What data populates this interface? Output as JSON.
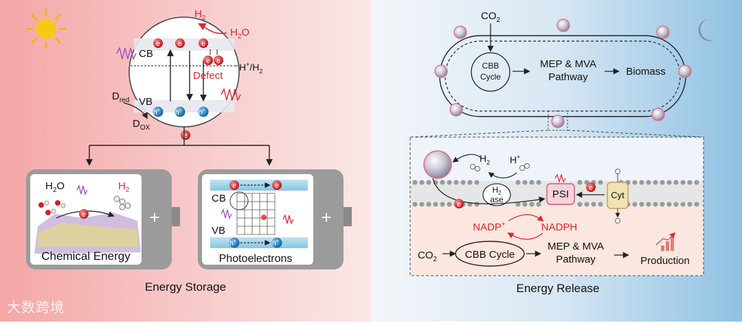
{
  "left": {
    "semiconductor": {
      "h2": "H",
      "h2_sub": "2",
      "h2o": "H",
      "h2o_sub": "2",
      "h2o_tail": "O",
      "cb": "CB",
      "vb": "VB",
      "defect": "Defect",
      "hplus_h2": "H",
      "hplus_h2_sup": "+",
      "hplus_h2_tail": "/H",
      "hplus_h2_sub": "2",
      "d_red": "D",
      "d_red_sub": "red",
      "d_ox": "D",
      "d_ox_sub": "OX",
      "electron": "e",
      "hole": "h",
      "hole_sup": "+"
    },
    "battery_chemical": {
      "h2o": "H",
      "h2o_sub": "2",
      "h2o_tail": "O",
      "h2": "H",
      "h2_sub": "2",
      "label": "Chemical Energy",
      "plus": "+"
    },
    "battery_photo": {
      "cb": "CB",
      "vb": "VB",
      "label": "Photoelectrons",
      "plus": "+"
    },
    "caption": "Energy Storage"
  },
  "right": {
    "cell": {
      "co2": "CO",
      "co2_sub": "2",
      "cbb_line1": "CBB",
      "cbb_line2": "Cycle",
      "mep_line1": "MEP & MVA",
      "mep_line2": "Pathway",
      "biomass": "Biomass"
    },
    "detail": {
      "h2": "H",
      "h2_sub": "2",
      "hplus": "H",
      "hplus_sup": "+",
      "hase_line1": "H",
      "hase_line1_sub": "2",
      "hase_line2": "ase",
      "psi": "PSI",
      "cyt": "Cyt",
      "nadp": "NADP",
      "nadp_sup": "+",
      "nadph": "NADPH",
      "co2": "CO",
      "co2_sub": "2",
      "cbb": "CBB Cycle",
      "mep_line1": "MEP & MVA",
      "mep_line2": "Pathway",
      "production": "Production"
    },
    "caption": "Energy Release"
  },
  "watermark": "大数跨境",
  "colors": {
    "accent_red": "#e0262a",
    "electron_red": "#d9242b",
    "hole_blue": "#1e88d0",
    "battery_gray": "#9b9b9b"
  }
}
